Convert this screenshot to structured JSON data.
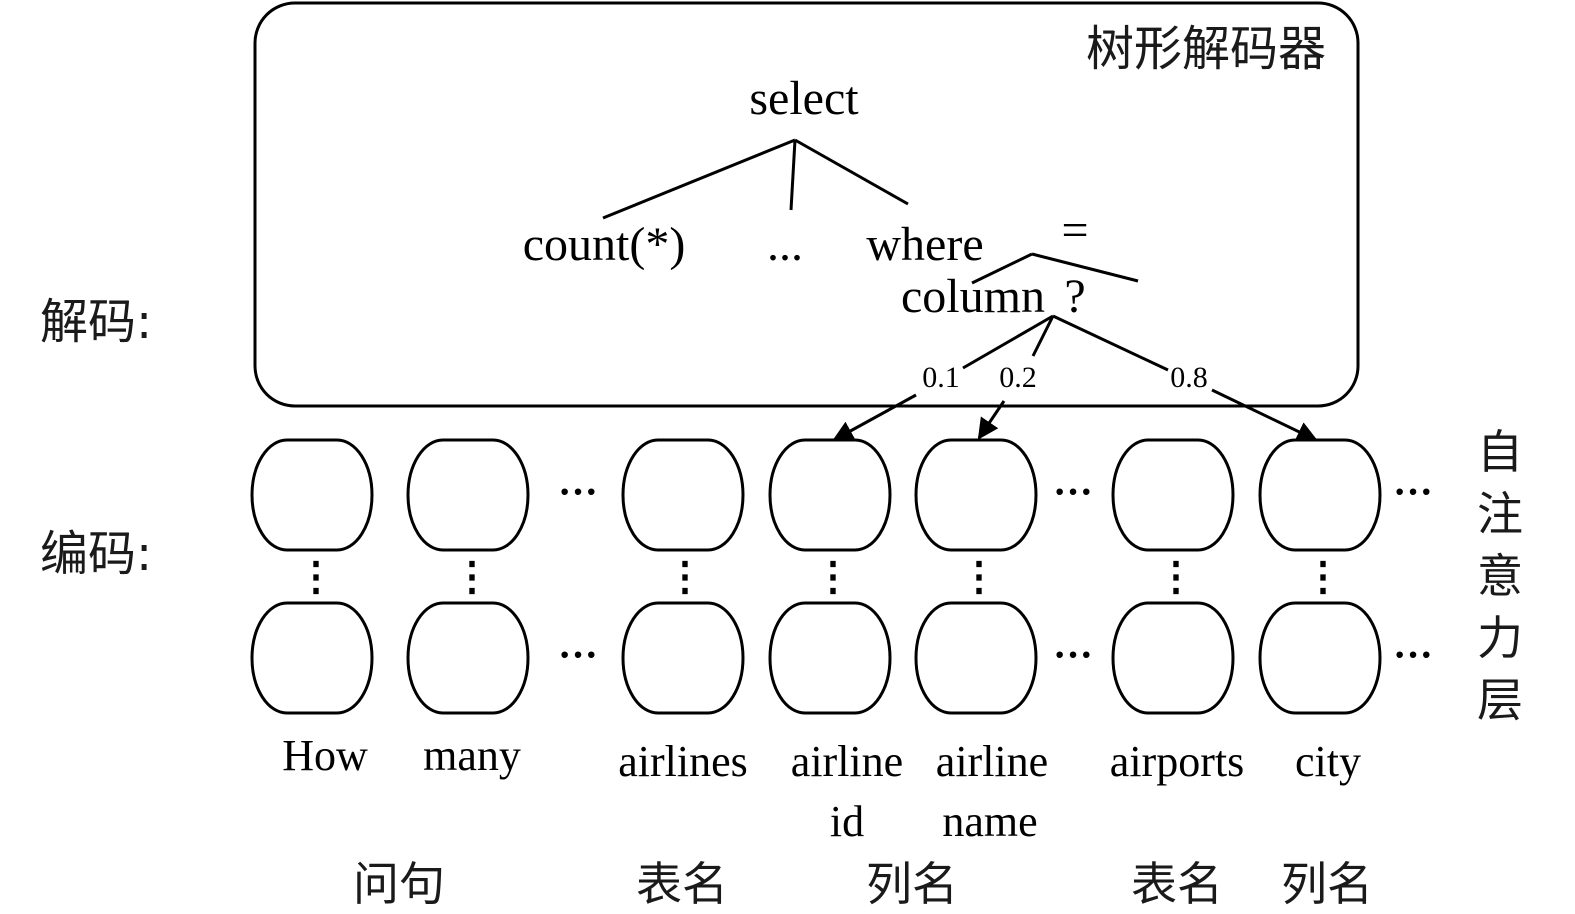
{
  "decoder_box": {
    "title": "树形解码器"
  },
  "side_labels": {
    "decode": "解码:",
    "encode": "编码:"
  },
  "tree": {
    "root": "select",
    "children": [
      "count(*)",
      "...",
      "where"
    ],
    "eq": "=",
    "column": "column",
    "question": "?"
  },
  "attention_weights": [
    "0.1",
    "0.2",
    "0.8"
  ],
  "ellipsis": "···",
  "vdots": "⋮",
  "tokens": [
    {
      "line1": "How",
      "line2": ""
    },
    {
      "line1": "many",
      "line2": ""
    },
    {
      "line1": "airlines",
      "line2": ""
    },
    {
      "line1": "airline",
      "line2": "id"
    },
    {
      "line1": "airline",
      "line2": "name"
    },
    {
      "line1": "airports",
      "line2": ""
    },
    {
      "line1": "city",
      "line2": ""
    }
  ],
  "groups": [
    "问句",
    "表名",
    "列名",
    "表名",
    "列名"
  ],
  "self_attention_label": [
    "自",
    "注",
    "意",
    "力",
    "层"
  ]
}
